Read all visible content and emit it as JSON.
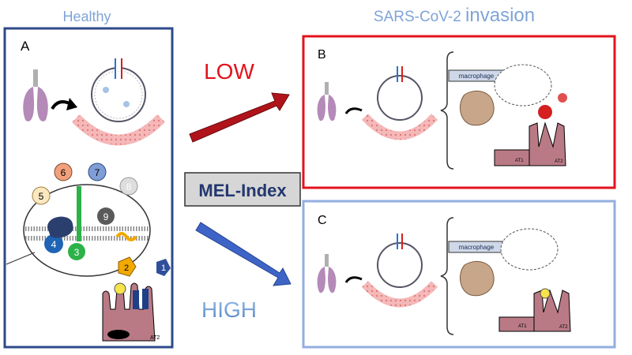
{
  "left_title": "Healthy",
  "right_title": {
    "prefix": "SARS-CoV-2 ",
    "emph": "invasion"
  },
  "panels": {
    "a": "A",
    "b": "B",
    "c": "C"
  },
  "low_label": "LOW",
  "high_label": "HIGH",
  "index_label": "MEL-Index",
  "macrophage_label": "macrophage",
  "cell_labels": {
    "at1": "AT1",
    "at2": "AT2"
  },
  "receptors": [
    {
      "n": "1",
      "color": "#2f4f9a"
    },
    {
      "n": "2",
      "color": "#f2a900"
    },
    {
      "n": "3",
      "color": "#2db24a"
    },
    {
      "n": "4",
      "color": "#1f63b5"
    },
    {
      "n": "5",
      "color": "#fbe8c0"
    },
    {
      "n": "6",
      "color": "#f2a07b"
    },
    {
      "n": "7",
      "color": "#7f9ed6"
    },
    {
      "n": "8",
      "color": "#d6d6d6"
    },
    {
      "n": "9",
      "color": "#5a5a5a"
    }
  ],
  "colors": {
    "healthy_frame": "#2e4a8a",
    "low_frame": "#e3121b",
    "high_frame": "#93aee0",
    "title": "#7fa4d8",
    "low_arrow": "#b0141a",
    "high_arrow": "#3d64c6"
  }
}
